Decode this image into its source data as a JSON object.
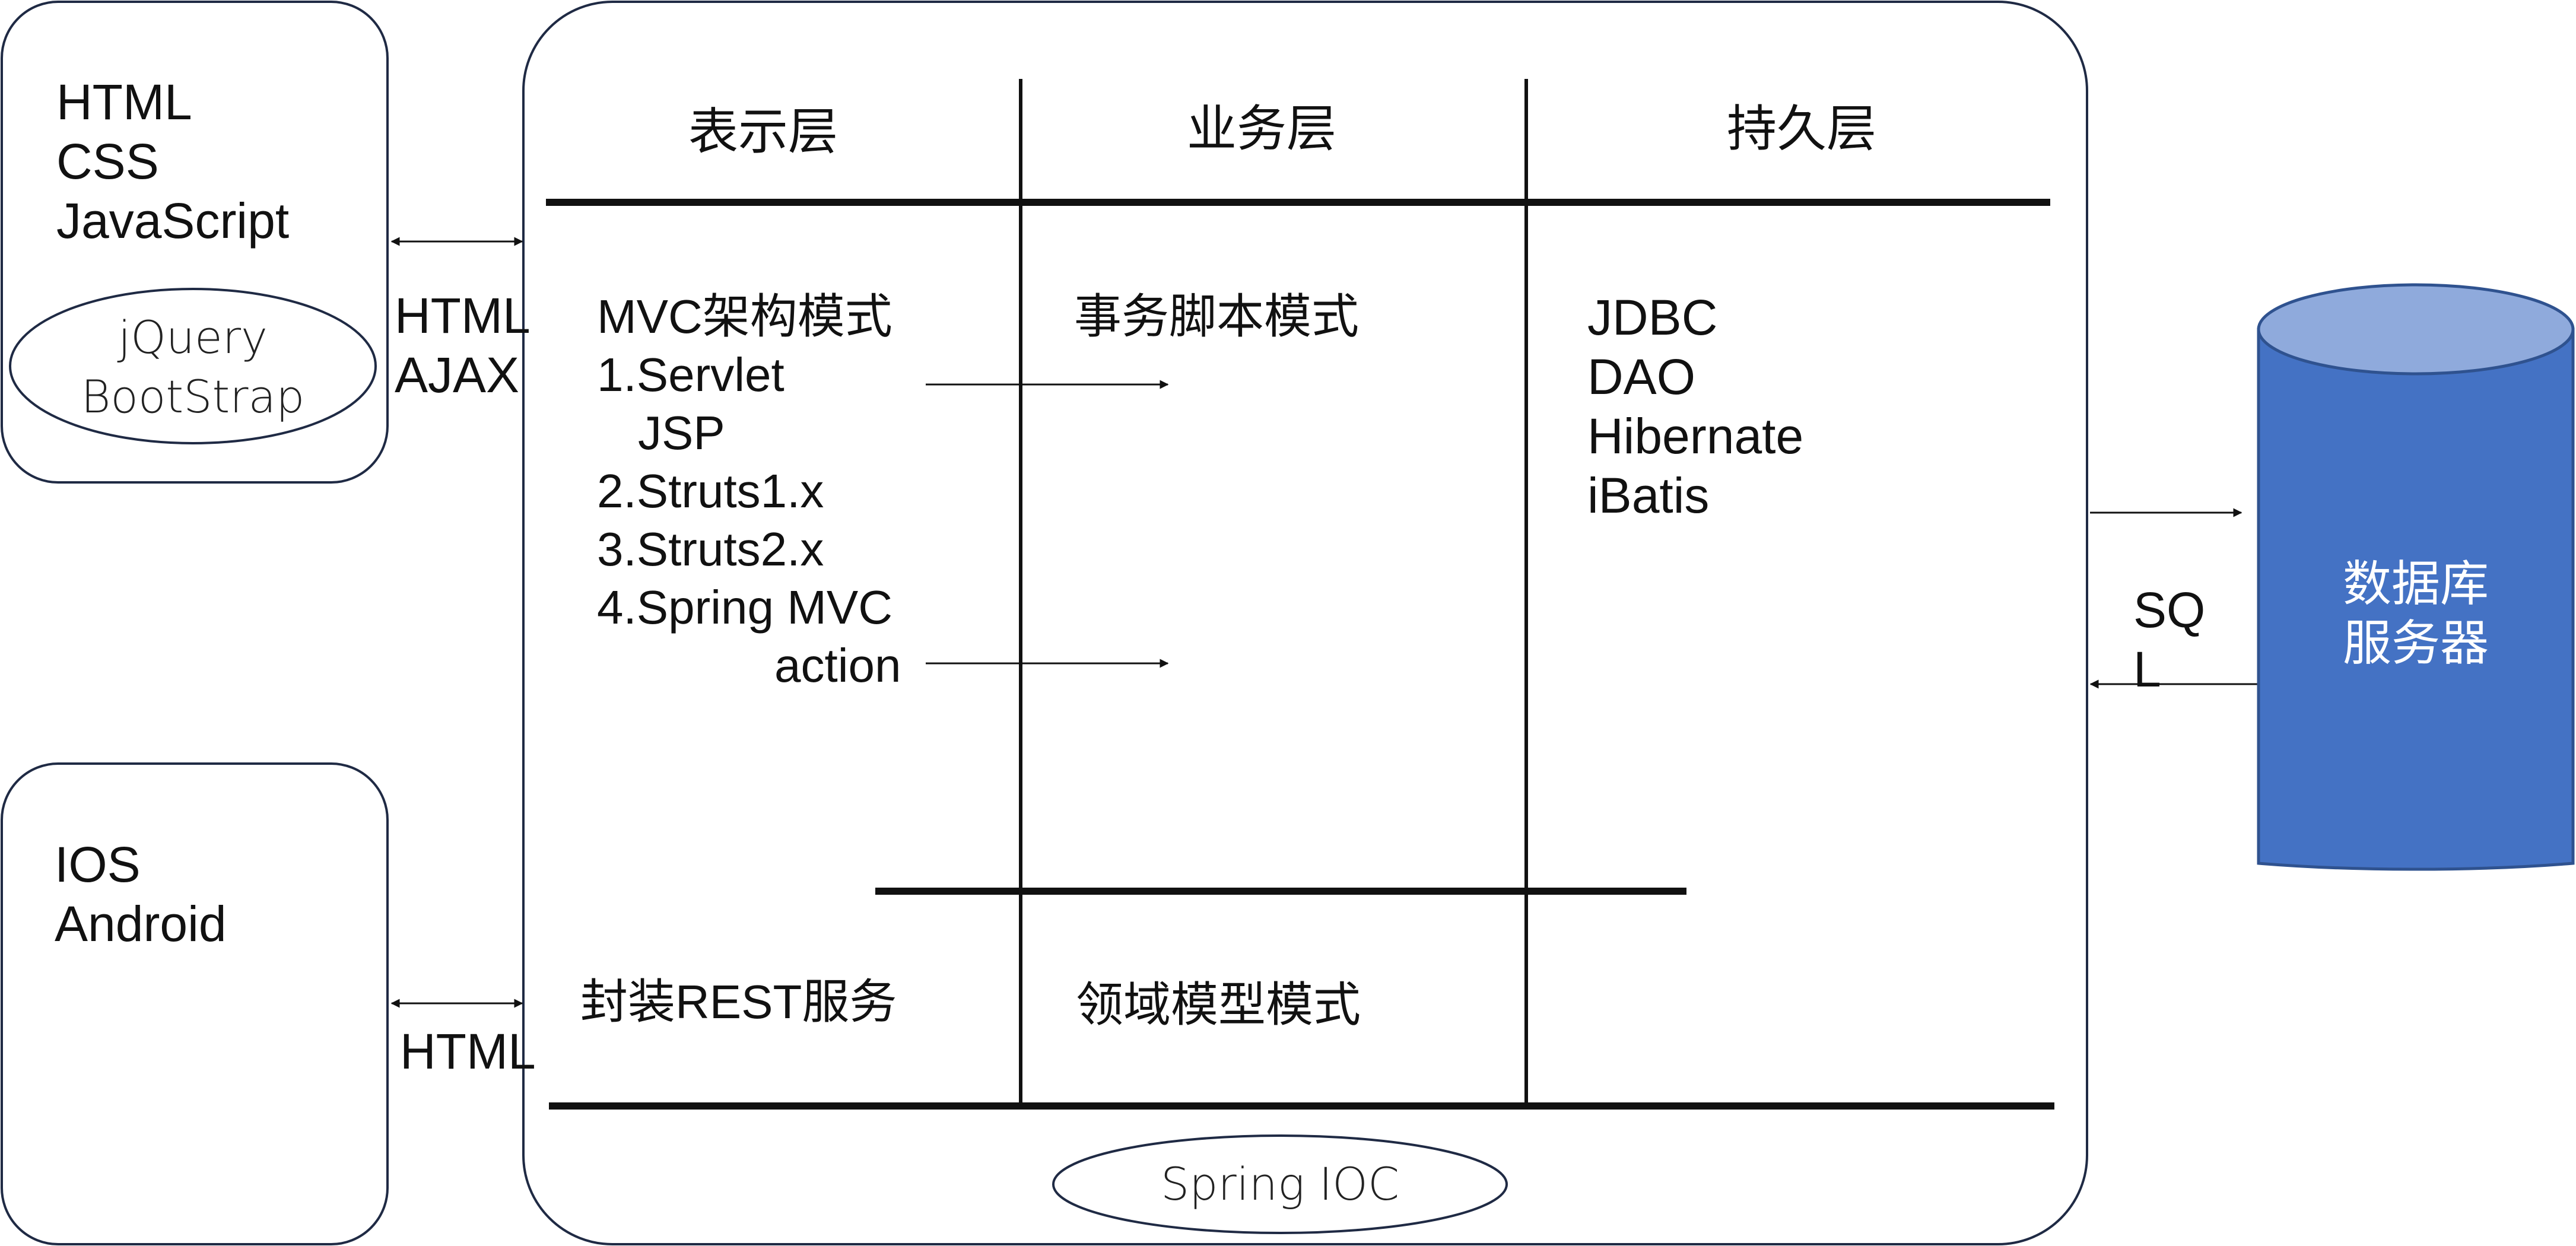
{
  "browser_client": {
    "lines": [
      "HTML",
      "CSS",
      "JavaScript"
    ],
    "library_lines": [
      "jQuery",
      "BootStrap"
    ]
  },
  "mobile_client": {
    "lines": [
      "IOS",
      "Android"
    ]
  },
  "link_labels": {
    "browser_lines": [
      "HTML",
      "AJAX"
    ],
    "mobile": "HTML",
    "sql_lines": [
      "SQ",
      "L"
    ]
  },
  "server": {
    "columns": [
      "表示层",
      "业务层",
      "持久层"
    ],
    "presentation_lines": [
      "MVC架构模式",
      "1.Servlet",
      "JSP",
      "2.Struts1.x",
      "3.Struts2.x",
      "4.Spring MVC",
      "action"
    ],
    "business_top": "事务脚本模式",
    "persistence_lines": [
      "JDBC",
      "DAO",
      "Hibernate",
      "iBatis"
    ],
    "rest_service": "封装REST服务",
    "domain_model": "领域模型模式",
    "container": "Spring IOC"
  },
  "database": {
    "lines": [
      "数据库",
      "服务器"
    ],
    "fill_color": "#4472c4",
    "top_color": "#8faadc",
    "edge_color": "#2f528f"
  }
}
